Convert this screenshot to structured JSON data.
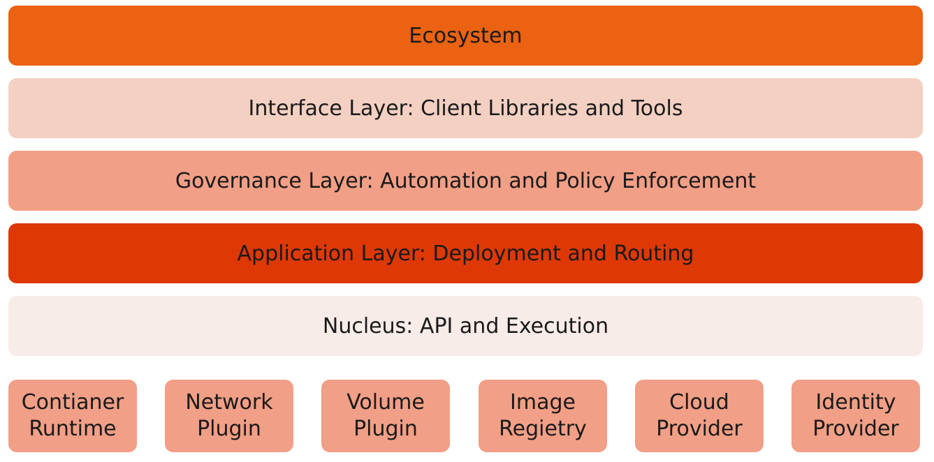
{
  "layers": [
    {
      "label": "Ecosystem",
      "color": "#ea6212"
    },
    {
      "label": "Interface Layer: Client Libraries and Tools",
      "color": "#f3d0c2"
    },
    {
      "label": "Governance Layer: Automation and Policy Enforcement",
      "color": "#f19f86"
    },
    {
      "label": "Application Layer: Deployment and Routing",
      "color": "#de3806"
    },
    {
      "label": "Nucleus: API and Execution",
      "color": "#f7ece8"
    }
  ],
  "plugins": [
    {
      "line1": "Contianer",
      "line2": "Runtime"
    },
    {
      "line1": "Network",
      "line2": "Plugin"
    },
    {
      "line1": "Volume",
      "line2": "Plugin"
    },
    {
      "line1": "Image",
      "line2": "Regietry"
    },
    {
      "line1": "Cloud",
      "line2": "Provider"
    },
    {
      "line1": "Identity",
      "line2": "Provider"
    }
  ],
  "colors": {
    "plugin_fill": "#f19f86",
    "text": "#1a1a1a"
  }
}
